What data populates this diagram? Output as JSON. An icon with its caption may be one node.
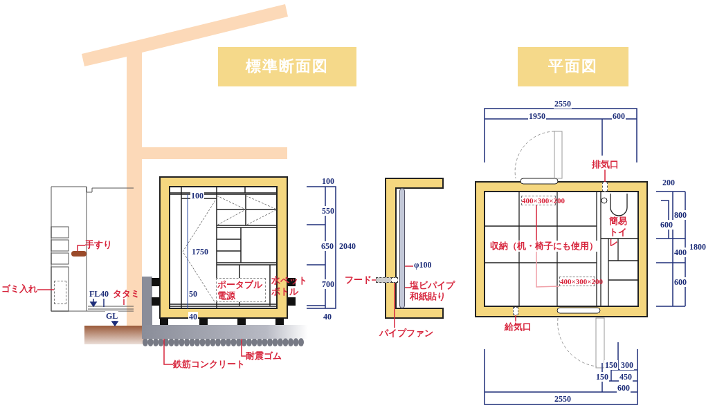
{
  "diagram": {
    "nodes": [
      {
        "text": [
          "手すり"
        ]
      },
      {
        "text": [],
        "shape": "bar"
      },
      {
        "text": [
          "ゴミ入れ"
        ]
      },
      {
        "text": [],
        "shape": "box"
      },
      {
        "text": [
          "タタミ"
        ]
      },
      {
        "text": [
          "ポータブル電源"
        ]
      },
      {
        "text": [
          "鉄筋コンクリート"
        ]
      },
      {
        "text": [],
        "shape": "box"
      },
      {
        "text": [
          "耐震ゴム"
        ]
      },
      {
        "text": [],
        "shape": "box"
      },
      {
        "text": [
          "フード"
        ]
      },
      {
        "text": [],
        "shape": "box"
      },
      {
        "text": [
          "φ100"
        ]
      },
      {
        "text": [],
        "shape": "bar"
      },
      {
        "text": [
          "塩ビパイプ和紙貼り"
        ]
      },
      {
        "text": [
          "パイプファン"
        ]
      },
      {
        "text": [],
        "shape": "box"
      },
      {
        "text": [
          "排気口"
        ]
      },
      {
        "text": [],
        "shape": "box"
      },
      {
        "text": [
          "400×300×200"
        ]
      },
      {
        "text": [
          "収納（机・椅子にも使用）"
        ]
      },
      {
        "text": [
          "400×300×200"
        ]
      },
      {
        "text": [
          "給気口"
        ]
      },
      {
        "text": [],
        "shape": "box"
      }
    ],
    "edges": [
      {
        "from": 0,
        "to": 1,
        "arrow": "none"
      },
      {
        "from": 2,
        "to": 3,
        "arrow": "none"
      },
      {
        "from": 4,
        "to": null,
        "arrow": "none"
      },
      {
        "from": 6,
        "to": 7,
        "arrow": "none"
      },
      {
        "from": 8,
        "to": 9,
        "arrow": "none"
      },
      {
        "from": 10,
        "to": 11,
        "arrow": "none"
      },
      {
        "from": 12,
        "to": 13,
        "arrow": "none"
      },
      {
        "from": 14,
        "to": 13,
        "arrow": "none"
      },
      {
        "from": 15,
        "to": 16,
        "arrow": "none"
      },
      {
        "from": 17,
        "to": 18,
        "arrow": "none"
      },
      {
        "from": 20,
        "to": 19,
        "arrow": "none"
      },
      {
        "from": 20,
        "to": 21,
        "arrow": "none",
        "color": "#f0a0a8"
      },
      {
        "from": 22,
        "to": 23,
        "arrow": "none"
      }
    ],
    "labels": [
      "標準断面図",
      "平面図",
      "FL",
      "40",
      "GL",
      "100",
      "1750",
      "50",
      "40",
      "水ペットボトル",
      "100",
      "550",
      "650",
      "2040",
      "700",
      "40",
      "2550",
      "1950",
      "600",
      "簡易トイレ",
      "200",
      "800",
      "600",
      "1800",
      "400",
      "600",
      "150",
      "300",
      "150",
      "450",
      "600",
      "2550"
    ]
  }
}
